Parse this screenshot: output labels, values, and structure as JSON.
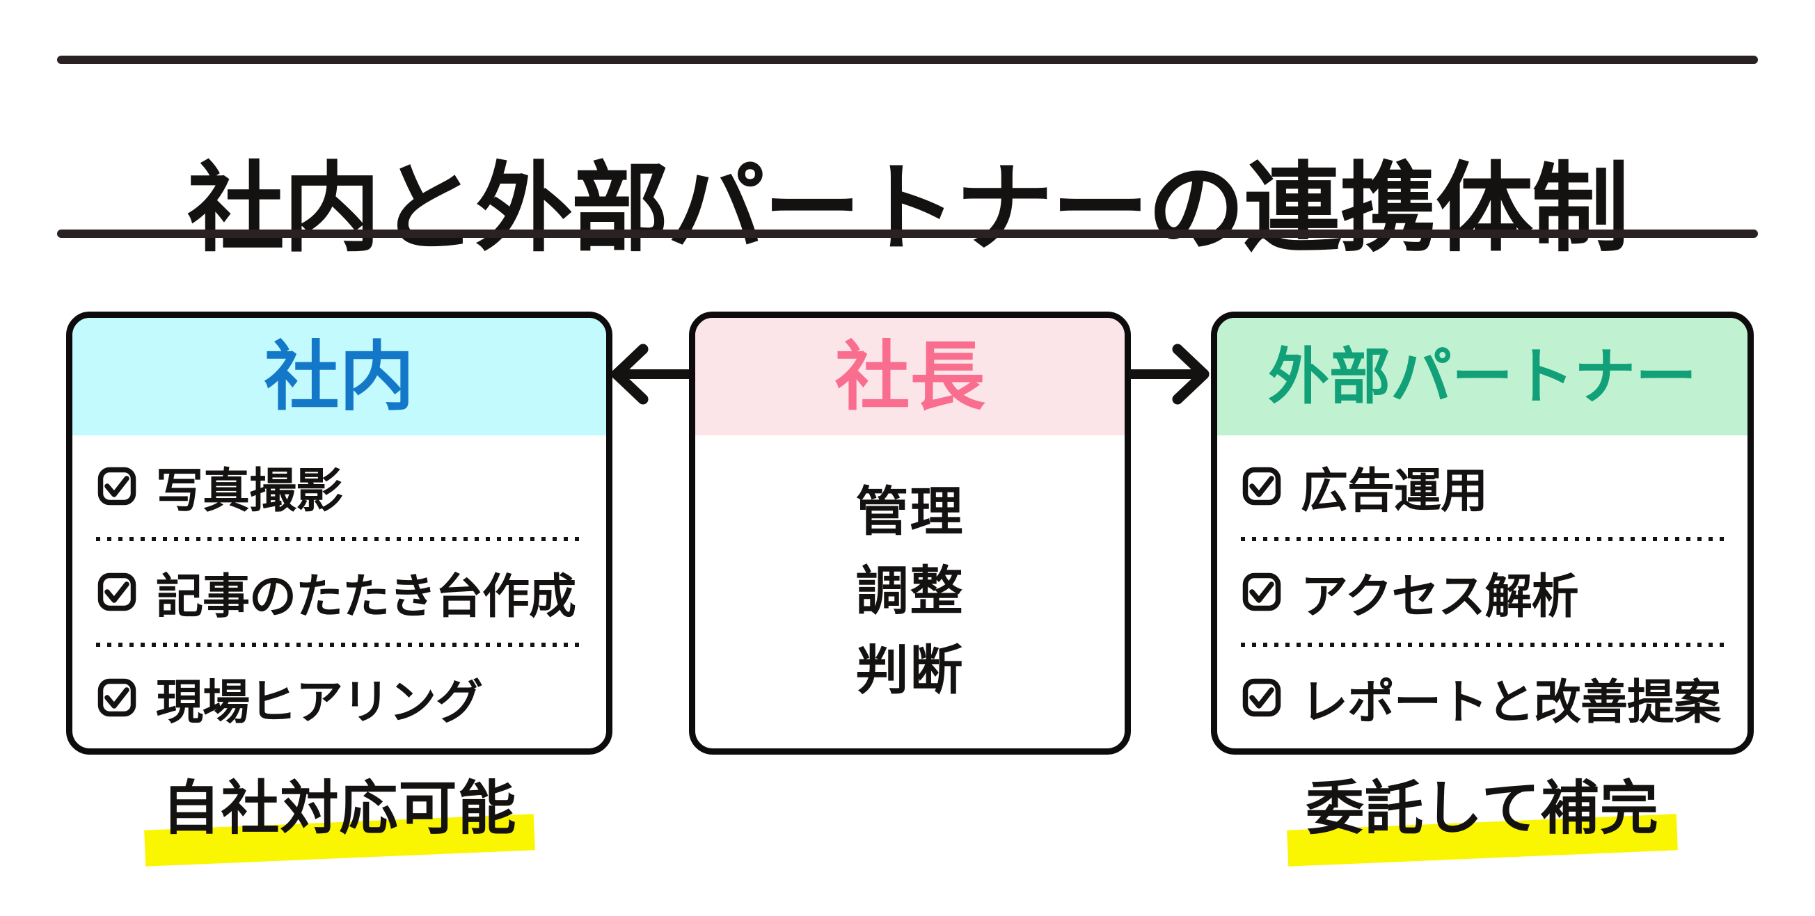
{
  "page": {
    "title": "社内と外部パートナーの連携体制"
  },
  "colors": {
    "ink": "#141111",
    "rule": "#2a2222",
    "internal_header_bg": "#c3fafe",
    "internal_title": "#1478c8",
    "president_header_bg": "#fce5e9",
    "president_title": "#f96e8f",
    "external_header_bg": "#c0f1d1",
    "external_title": "#11a077",
    "highlight_yellow": "#faf500"
  },
  "icons": {
    "checkbox": "checkbox-checked-icon",
    "arrow_left": "arrow-left-icon",
    "arrow_right": "arrow-right-icon"
  },
  "boxes": {
    "internal": {
      "title": "社内",
      "items": [
        "写真撮影",
        "記事のたたき台作成",
        "現場ヒアリング"
      ],
      "note": "自社対応可能"
    },
    "president": {
      "title": "社長",
      "items": [
        "管理",
        "調整",
        "判断"
      ]
    },
    "external": {
      "title": "外部パートナー",
      "items": [
        "広告運用",
        "アクセス解析",
        "レポートと改善提案"
      ],
      "note": "委託して補完"
    }
  }
}
